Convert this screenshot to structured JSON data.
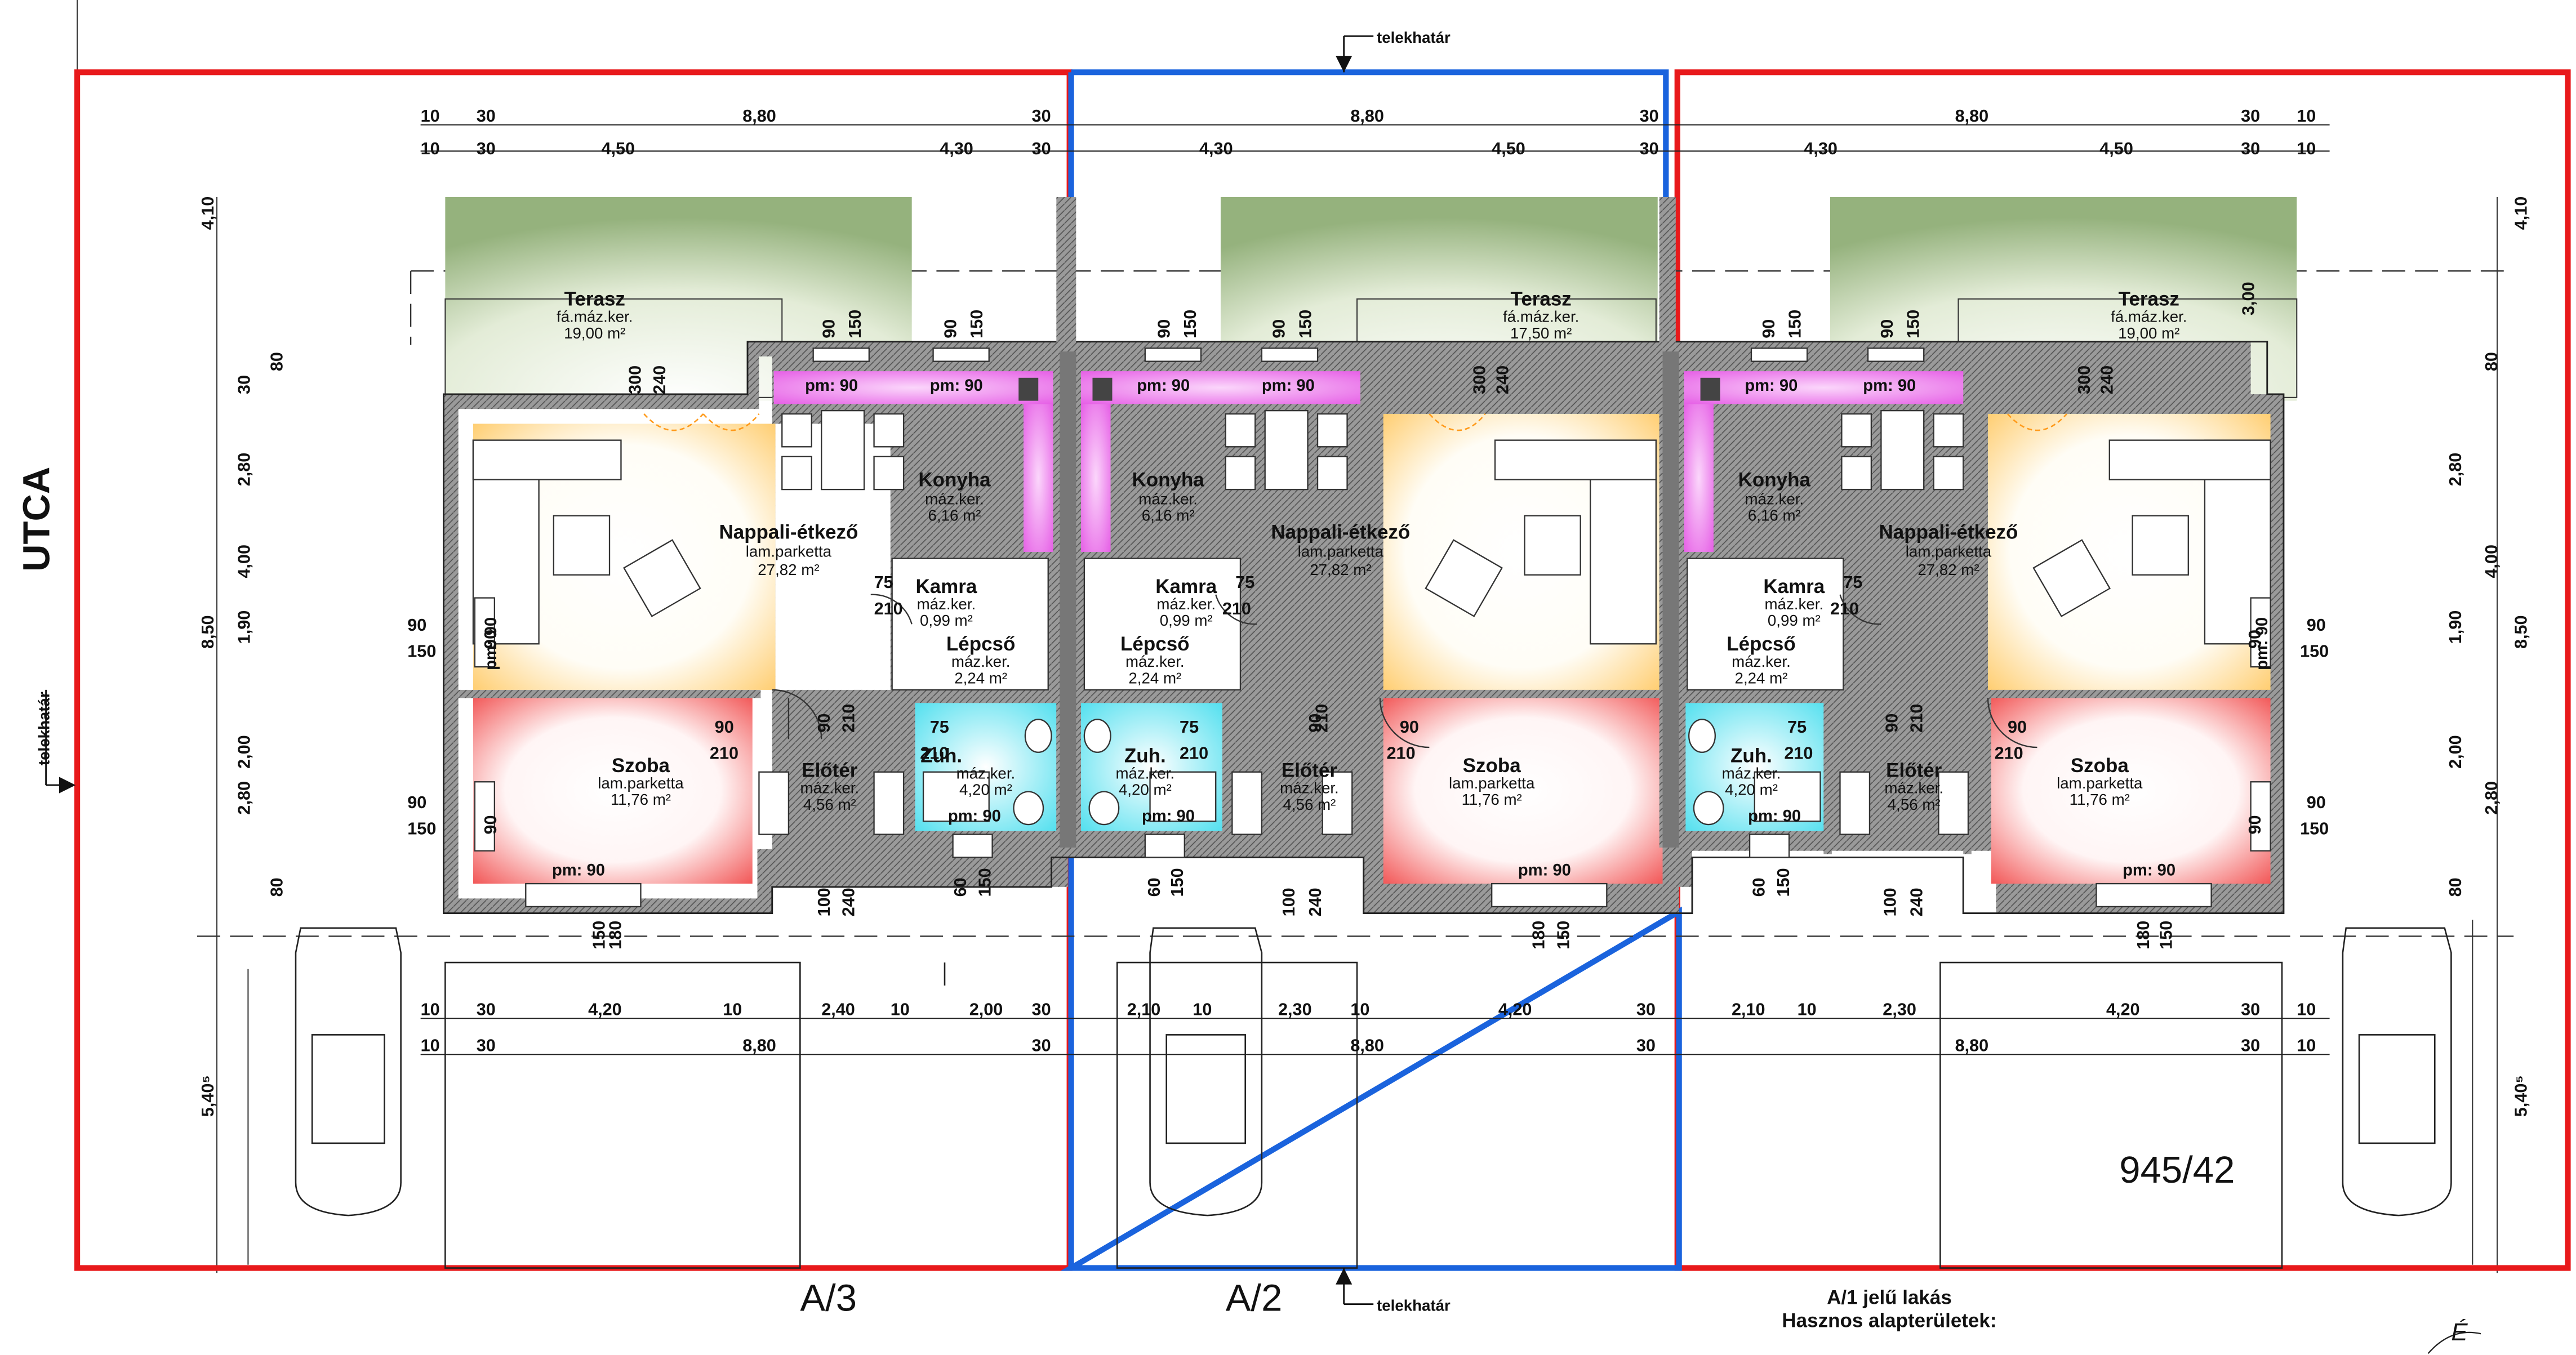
{
  "labels": {
    "street": "UTCA",
    "boundary": "telekhatár",
    "lot_number": "945/42",
    "unit_a3": "A/3",
    "unit_a2": "A/2",
    "legend_line1": "A/1 jelű lakás",
    "legend_line2": "Hasznos alapterületek:",
    "north": "É"
  },
  "rooms": {
    "terrace": "Terasz",
    "terrace_floor": "fá.máz.ker.",
    "terrace_area_left": "19,00 m²",
    "terrace_area_mid": "17,50 m²",
    "terrace_area_right": "19,00 m²",
    "kitchen": "Konyha",
    "kitchen_floor": "máz.ker.",
    "kitchen_area": "6,16 m²",
    "living": "Nappali-étkező",
    "living_floor": "lam.parketta",
    "living_area": "27,82 m²",
    "pantry": "Kamra",
    "pantry_floor": "máz.ker.",
    "pantry_area": "0,99 m²",
    "stair": "Lépcső",
    "stair_floor": "máz.ker.",
    "stair_area": "2,24 m²",
    "room": "Szoba",
    "room_floor": "lam.parketta",
    "room_area": "11,76 m²",
    "hall": "Előtér",
    "hall_floor": "máz.ker.",
    "hall_area": "4,56 m²",
    "shower": "Zuh.",
    "shower_floor": "máz.ker.",
    "shower_area": "4,20 m²",
    "sill": "pm: 90"
  },
  "dims": {
    "d10": "10",
    "d30": "30",
    "d8_80": "8,80",
    "d4_50": "4,50",
    "d4_30": "4,30",
    "d4_20": "4,20",
    "d2_40": "2,40",
    "d2_00": "2,00",
    "d2_10": "2,10",
    "d2_30": "2,30",
    "d4_10": "4,10",
    "d8_50": "8,50",
    "d5_40": "5,40⁵",
    "d3_00": "3,00",
    "d2_80": "2,80",
    "d4_00": "4,00",
    "d1_90": "1,90",
    "d80": "80",
    "d90": "90",
    "d150": "150",
    "d300": "300",
    "d240": "240",
    "d75": "75",
    "d210": "210",
    "d100": "100",
    "d180": "180",
    "d60": "60"
  }
}
